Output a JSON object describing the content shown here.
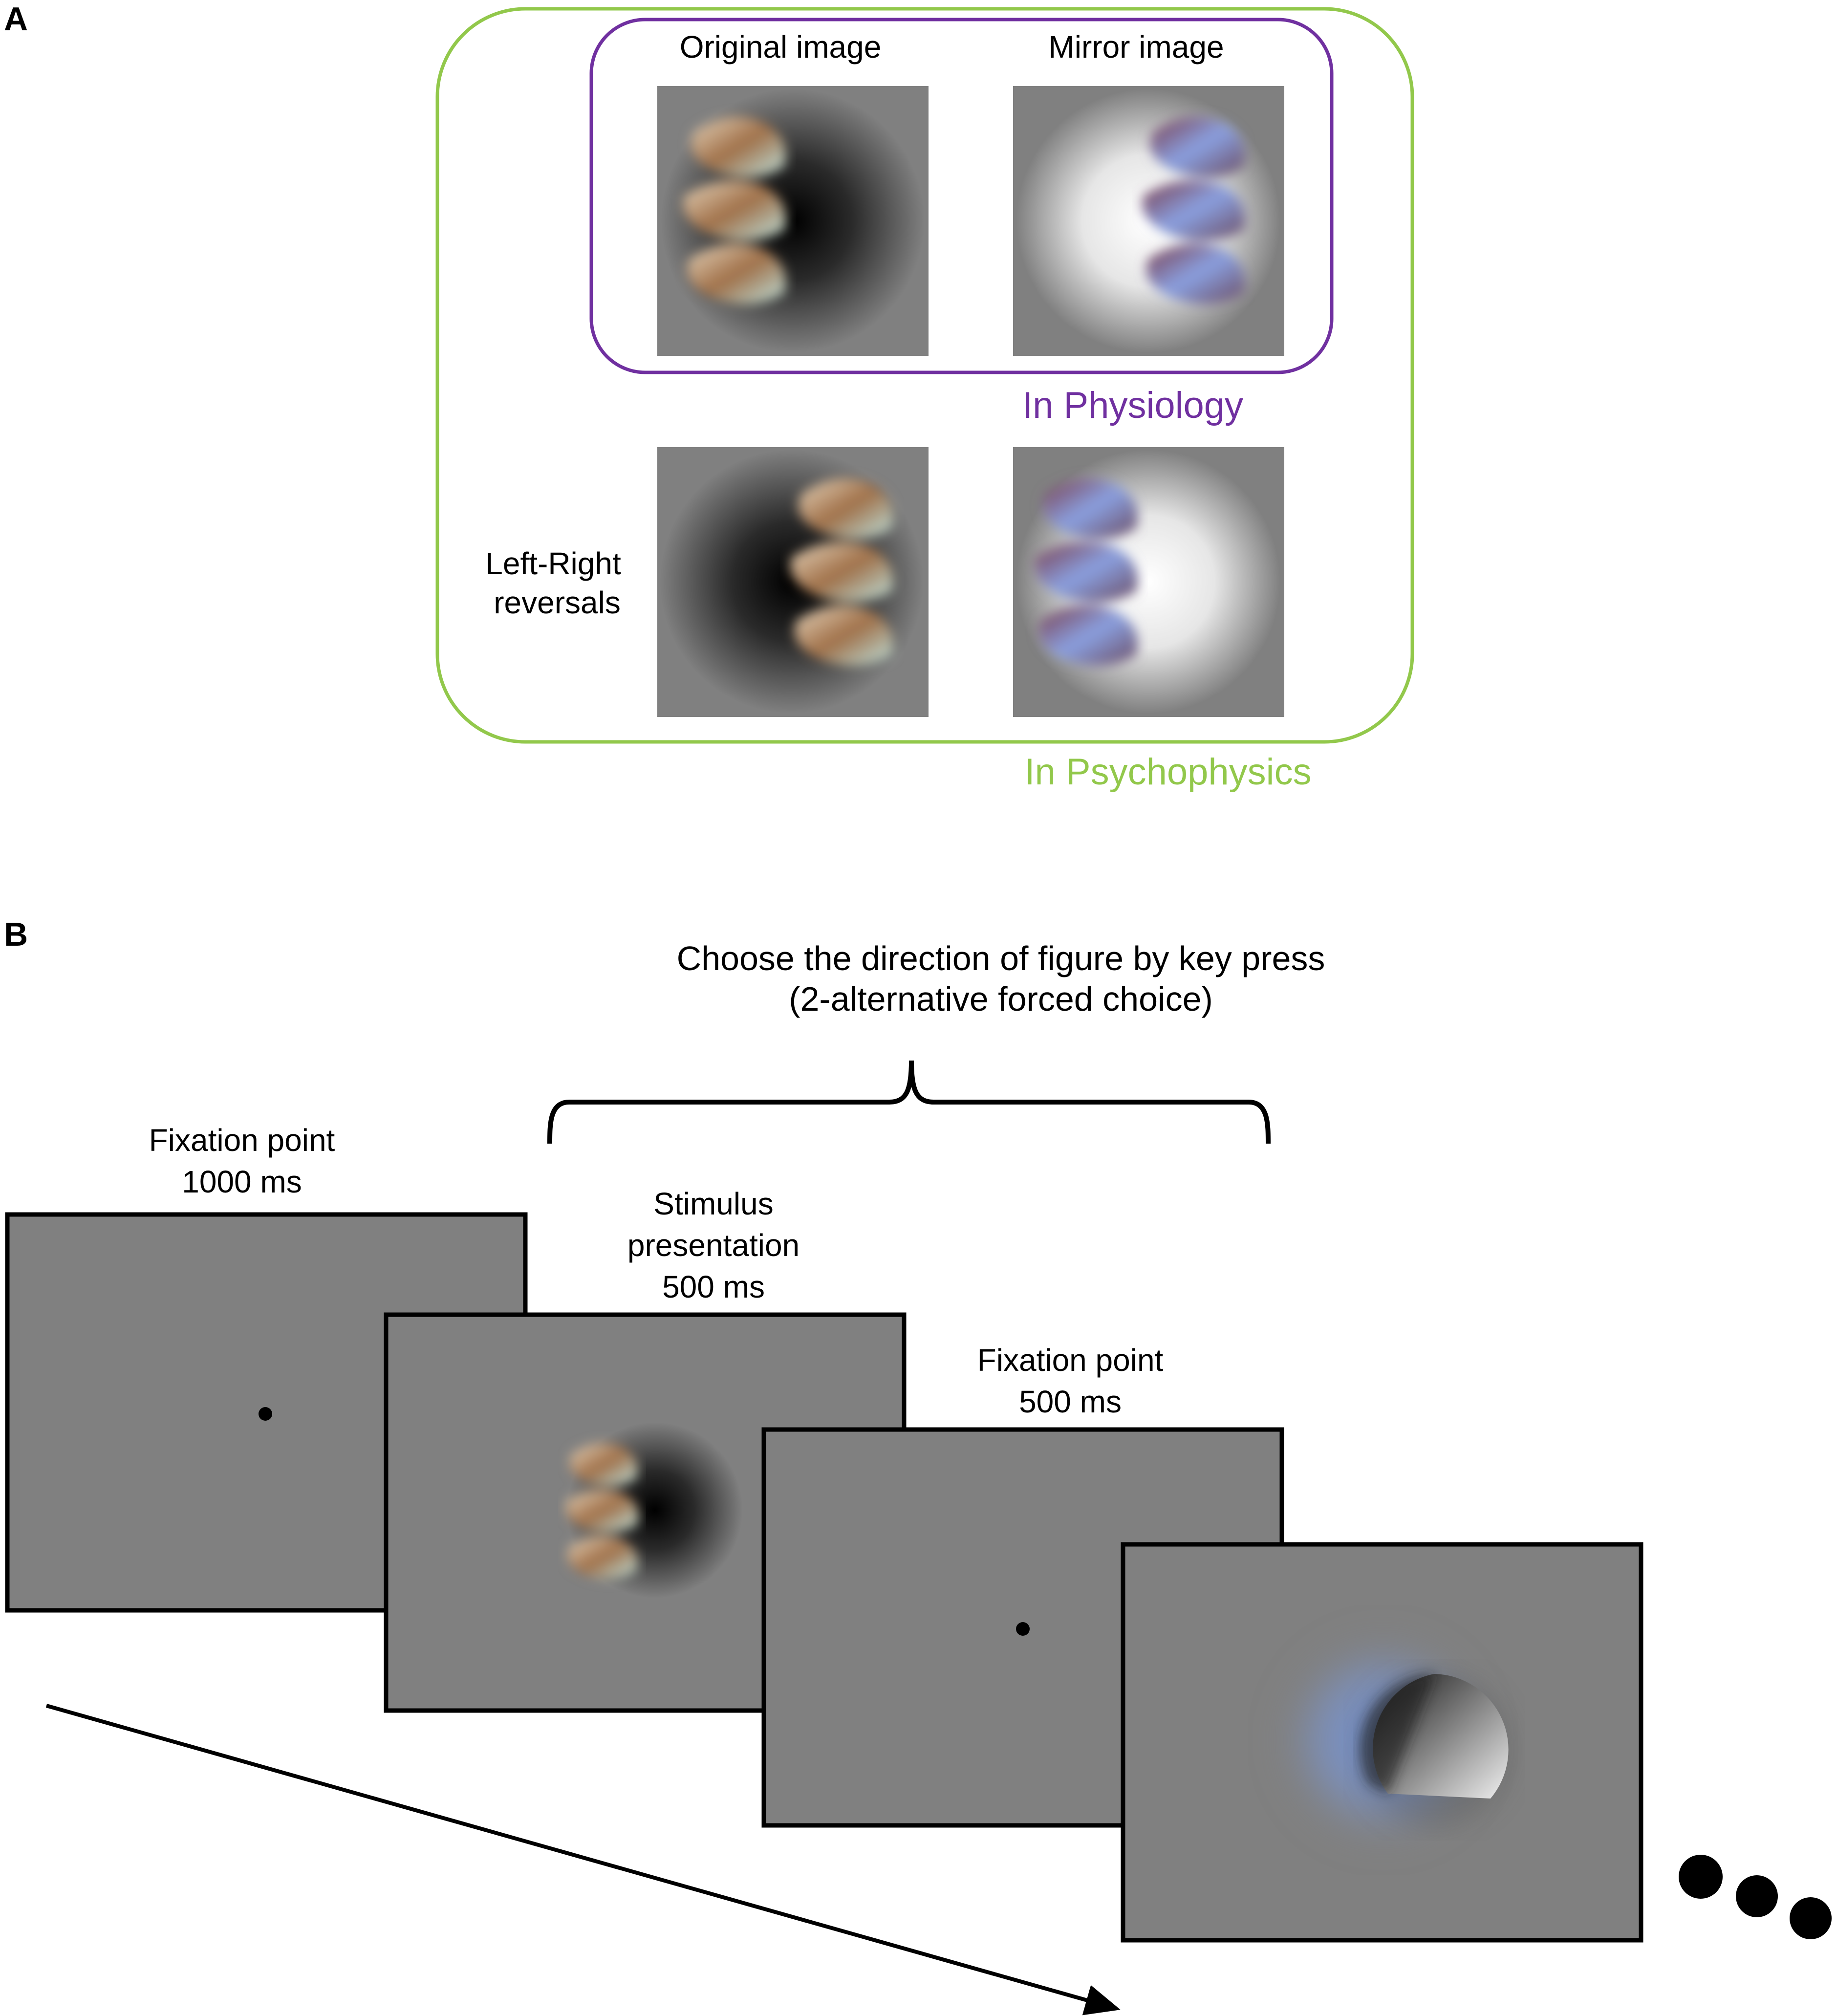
{
  "panel_a": {
    "label": "A",
    "original_label": "Original image",
    "mirror_label": "Mirror image",
    "physiology_label": "In Physiology",
    "psychophysics_label": "In Psychophysics",
    "reversal_label_line1": "Left-Right",
    "reversal_label_line2": "reversals",
    "colors": {
      "physiology": "#7030A0",
      "psychophysics": "#92C84B"
    }
  },
  "panel_b": {
    "label": "B",
    "choice_line1": "Choose the direction of  figure by key press",
    "choice_line2": "(2-alternative forced choice)",
    "step1_line1": "Fixation point",
    "step1_line2": "1000 ms",
    "step2_line1": "Stimulus",
    "step2_line2": "presentation",
    "step2_line3": "500 ms",
    "step3_line1": "Fixation point",
    "step3_line2": "500 ms"
  }
}
